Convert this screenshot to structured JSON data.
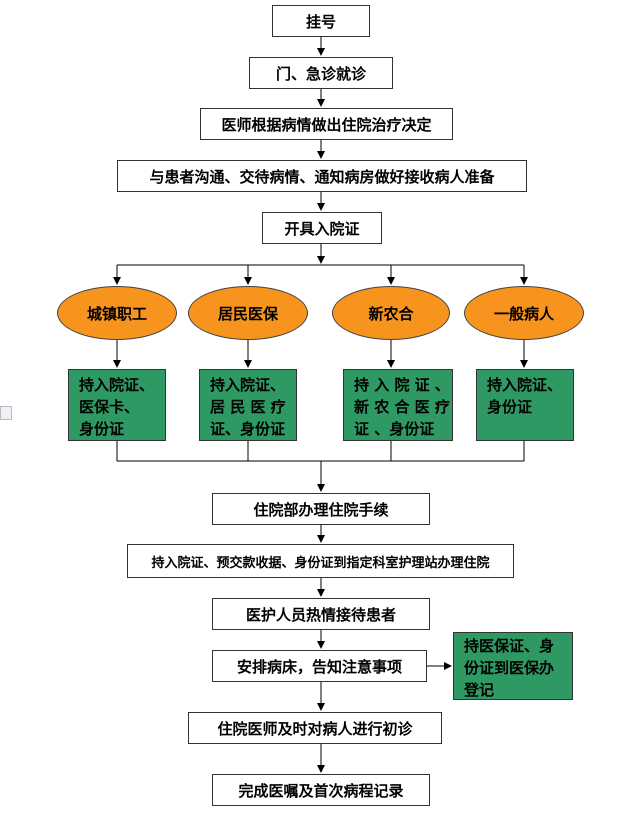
{
  "steps": {
    "s1": "挂号",
    "s2": "门、急诊就诊",
    "s3": "医师根据病情做出住院治疗决定",
    "s4": "与患者沟通、交待病情、通知病房做好接收病人准备",
    "s5": "开具入院证",
    "s6": "住院部办理住院手续",
    "s7": "持入院证、预交款收据、身份证到指定科室护理站办理住院",
    "s8": "医护人员热情接待患者",
    "s9": "安排病床，告知注意事项",
    "s10": "住院医师及时对病人进行初诊",
    "s11": "完成医嘱及首次病程记录"
  },
  "categories": [
    {
      "label": "城镇职工",
      "docs": [
        "持入院证、",
        "医保卡、",
        "身份证"
      ]
    },
    {
      "label": "居民医保",
      "docs": [
        "持入院证、",
        "居 民 医 疗",
        "证、身份证"
      ]
    },
    {
      "label": "新农合",
      "docs": [
        "持 入 院 证 、",
        "新 农 合 医 疗",
        "证 、身份证"
      ]
    },
    {
      "label": "一般病人",
      "docs": [
        "持入院证、",
        "身份证"
      ]
    }
  ],
  "side_note": [
    "持医保证、身",
    "份证到医保办",
    "登记"
  ],
  "colors": {
    "oval_fill": "#f7941d",
    "green_fill": "#2e9963",
    "line": "#000000"
  }
}
